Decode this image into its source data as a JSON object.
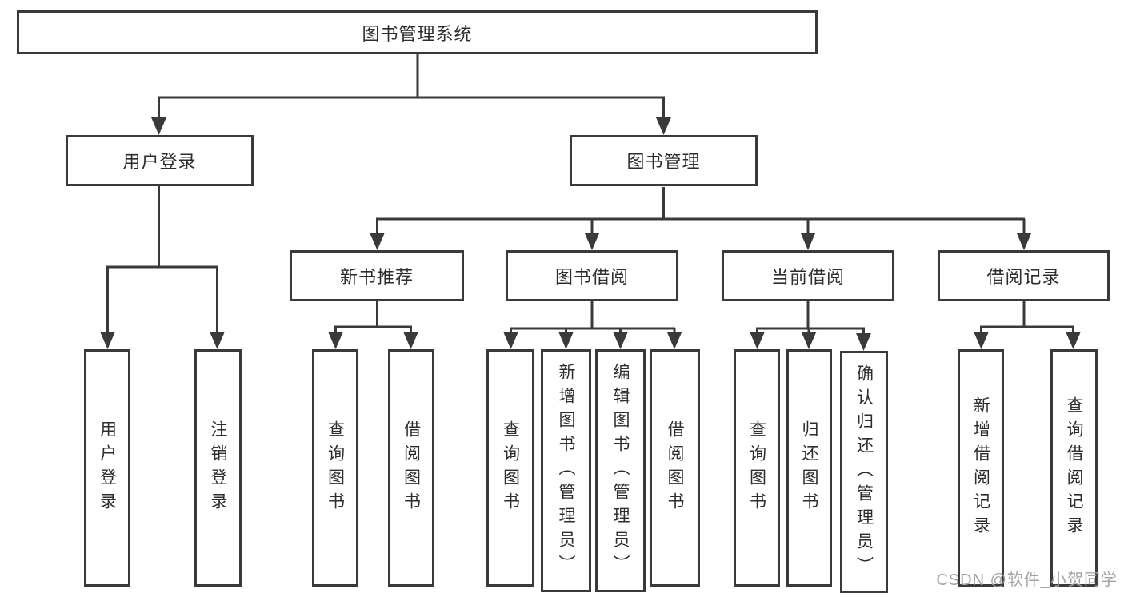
{
  "nodes": {
    "root": {
      "label": "图书管理系统"
    },
    "level2": [
      {
        "label": "用户登录"
      },
      {
        "label": "图书管理"
      }
    ],
    "level3": [
      {
        "label": "新书推荐"
      },
      {
        "label": "图书借阅"
      },
      {
        "label": "当前借阅"
      },
      {
        "label": "借阅记录"
      }
    ],
    "leaves": [
      {
        "label": "用户登录"
      },
      {
        "label": "注销登录"
      },
      {
        "label": "查询图书"
      },
      {
        "label": "借阅图书"
      },
      {
        "label": "查询图书"
      },
      {
        "label": "新增图书（管理员）"
      },
      {
        "label": "编辑图书（管理员）"
      },
      {
        "label": "借阅图书"
      },
      {
        "label": "查询图书"
      },
      {
        "label": "归还图书"
      },
      {
        "label": "确认归还（管理员）"
      },
      {
        "label": "新增借阅记录"
      },
      {
        "label": "查询借阅记录"
      }
    ]
  },
  "watermark": {
    "text": "CSDN @软件_小贺同学"
  },
  "colors": {
    "line": "#3a3a3c",
    "border": "#3a3a3c",
    "text": "#2d2d2d",
    "watermark": "#a3a3a3",
    "background": "#ffffff"
  }
}
